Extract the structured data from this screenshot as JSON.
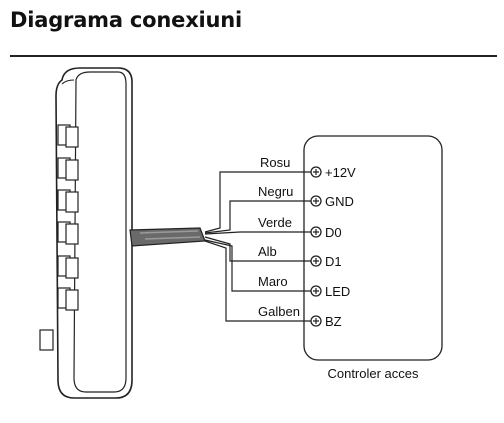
{
  "title": "Diagrama conexiuni",
  "controller_label": "Controler acces",
  "wires": [
    {
      "color": "Rosu",
      "terminal": "+12V"
    },
    {
      "color": "Negru",
      "terminal": "GND"
    },
    {
      "color": "Verde",
      "terminal": "D0"
    },
    {
      "color": "Alb",
      "terminal": "D1"
    },
    {
      "color": "Maro",
      "terminal": "LED"
    },
    {
      "color": "Galben",
      "terminal": "BZ"
    }
  ]
}
